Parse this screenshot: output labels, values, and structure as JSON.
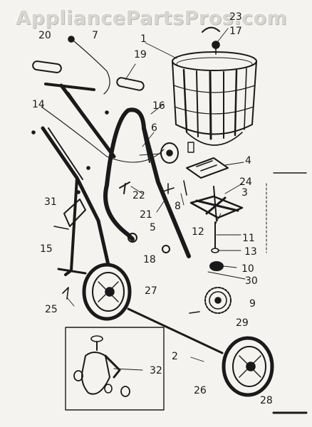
{
  "watermark": "AppliancePartsPros.com",
  "colors": {
    "ink": "#1a1a1a",
    "paper": "#f4f3ef",
    "watermark": "#d8d6d0"
  },
  "callouts": [
    {
      "id": "c20",
      "label": "20"
    },
    {
      "id": "c7",
      "label": "7"
    },
    {
      "id": "c1",
      "label": "1"
    },
    {
      "id": "c23",
      "label": "23"
    },
    {
      "id": "c17",
      "label": "17"
    },
    {
      "id": "c19",
      "label": "19"
    },
    {
      "id": "c16",
      "label": "16"
    },
    {
      "id": "c14",
      "label": "14"
    },
    {
      "id": "c6",
      "label": "6"
    },
    {
      "id": "c4",
      "label": "4"
    },
    {
      "id": "c24",
      "label": "24"
    },
    {
      "id": "c3",
      "label": "3"
    },
    {
      "id": "c22",
      "label": "22"
    },
    {
      "id": "c8",
      "label": "8"
    },
    {
      "id": "c31",
      "label": "31"
    },
    {
      "id": "c21",
      "label": "21"
    },
    {
      "id": "c5",
      "label": "5"
    },
    {
      "id": "c12",
      "label": "12"
    },
    {
      "id": "c11",
      "label": "11"
    },
    {
      "id": "c15",
      "label": "15"
    },
    {
      "id": "c13",
      "label": "13"
    },
    {
      "id": "c18",
      "label": "18"
    },
    {
      "id": "c10",
      "label": "10"
    },
    {
      "id": "c30",
      "label": "30"
    },
    {
      "id": "c27",
      "label": "27"
    },
    {
      "id": "c25",
      "label": "25"
    },
    {
      "id": "c9",
      "label": "9"
    },
    {
      "id": "c29",
      "label": "29"
    },
    {
      "id": "c2",
      "label": "2"
    },
    {
      "id": "c32",
      "label": "32"
    },
    {
      "id": "c26",
      "label": "26"
    },
    {
      "id": "c28",
      "label": "28"
    }
  ]
}
